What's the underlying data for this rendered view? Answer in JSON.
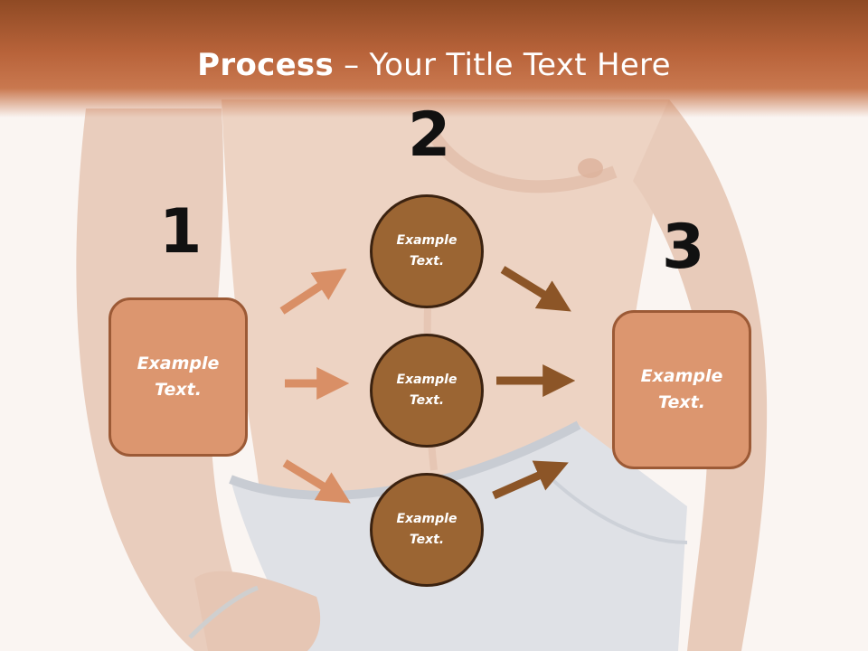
{
  "title": {
    "bold": "Process",
    "rest": " – Your Title Text Here"
  },
  "numbers": {
    "n1": "1",
    "n2": "2",
    "n3": "3"
  },
  "left_box": {
    "line1": "Example",
    "line2": "Text."
  },
  "right_box": {
    "line1": "Example",
    "line2": "Text."
  },
  "circles": [
    {
      "line1": "Example",
      "line2": "Text."
    },
    {
      "line1": "Example",
      "line2": "Text."
    },
    {
      "line1": "Example",
      "line2": "Text."
    }
  ],
  "colors": {
    "header": "#b8633a",
    "box_fill": "#dc966f",
    "circle_fill": "#9b6533",
    "arrow_light": "#d98f66",
    "arrow_dark": "#8c5527"
  }
}
